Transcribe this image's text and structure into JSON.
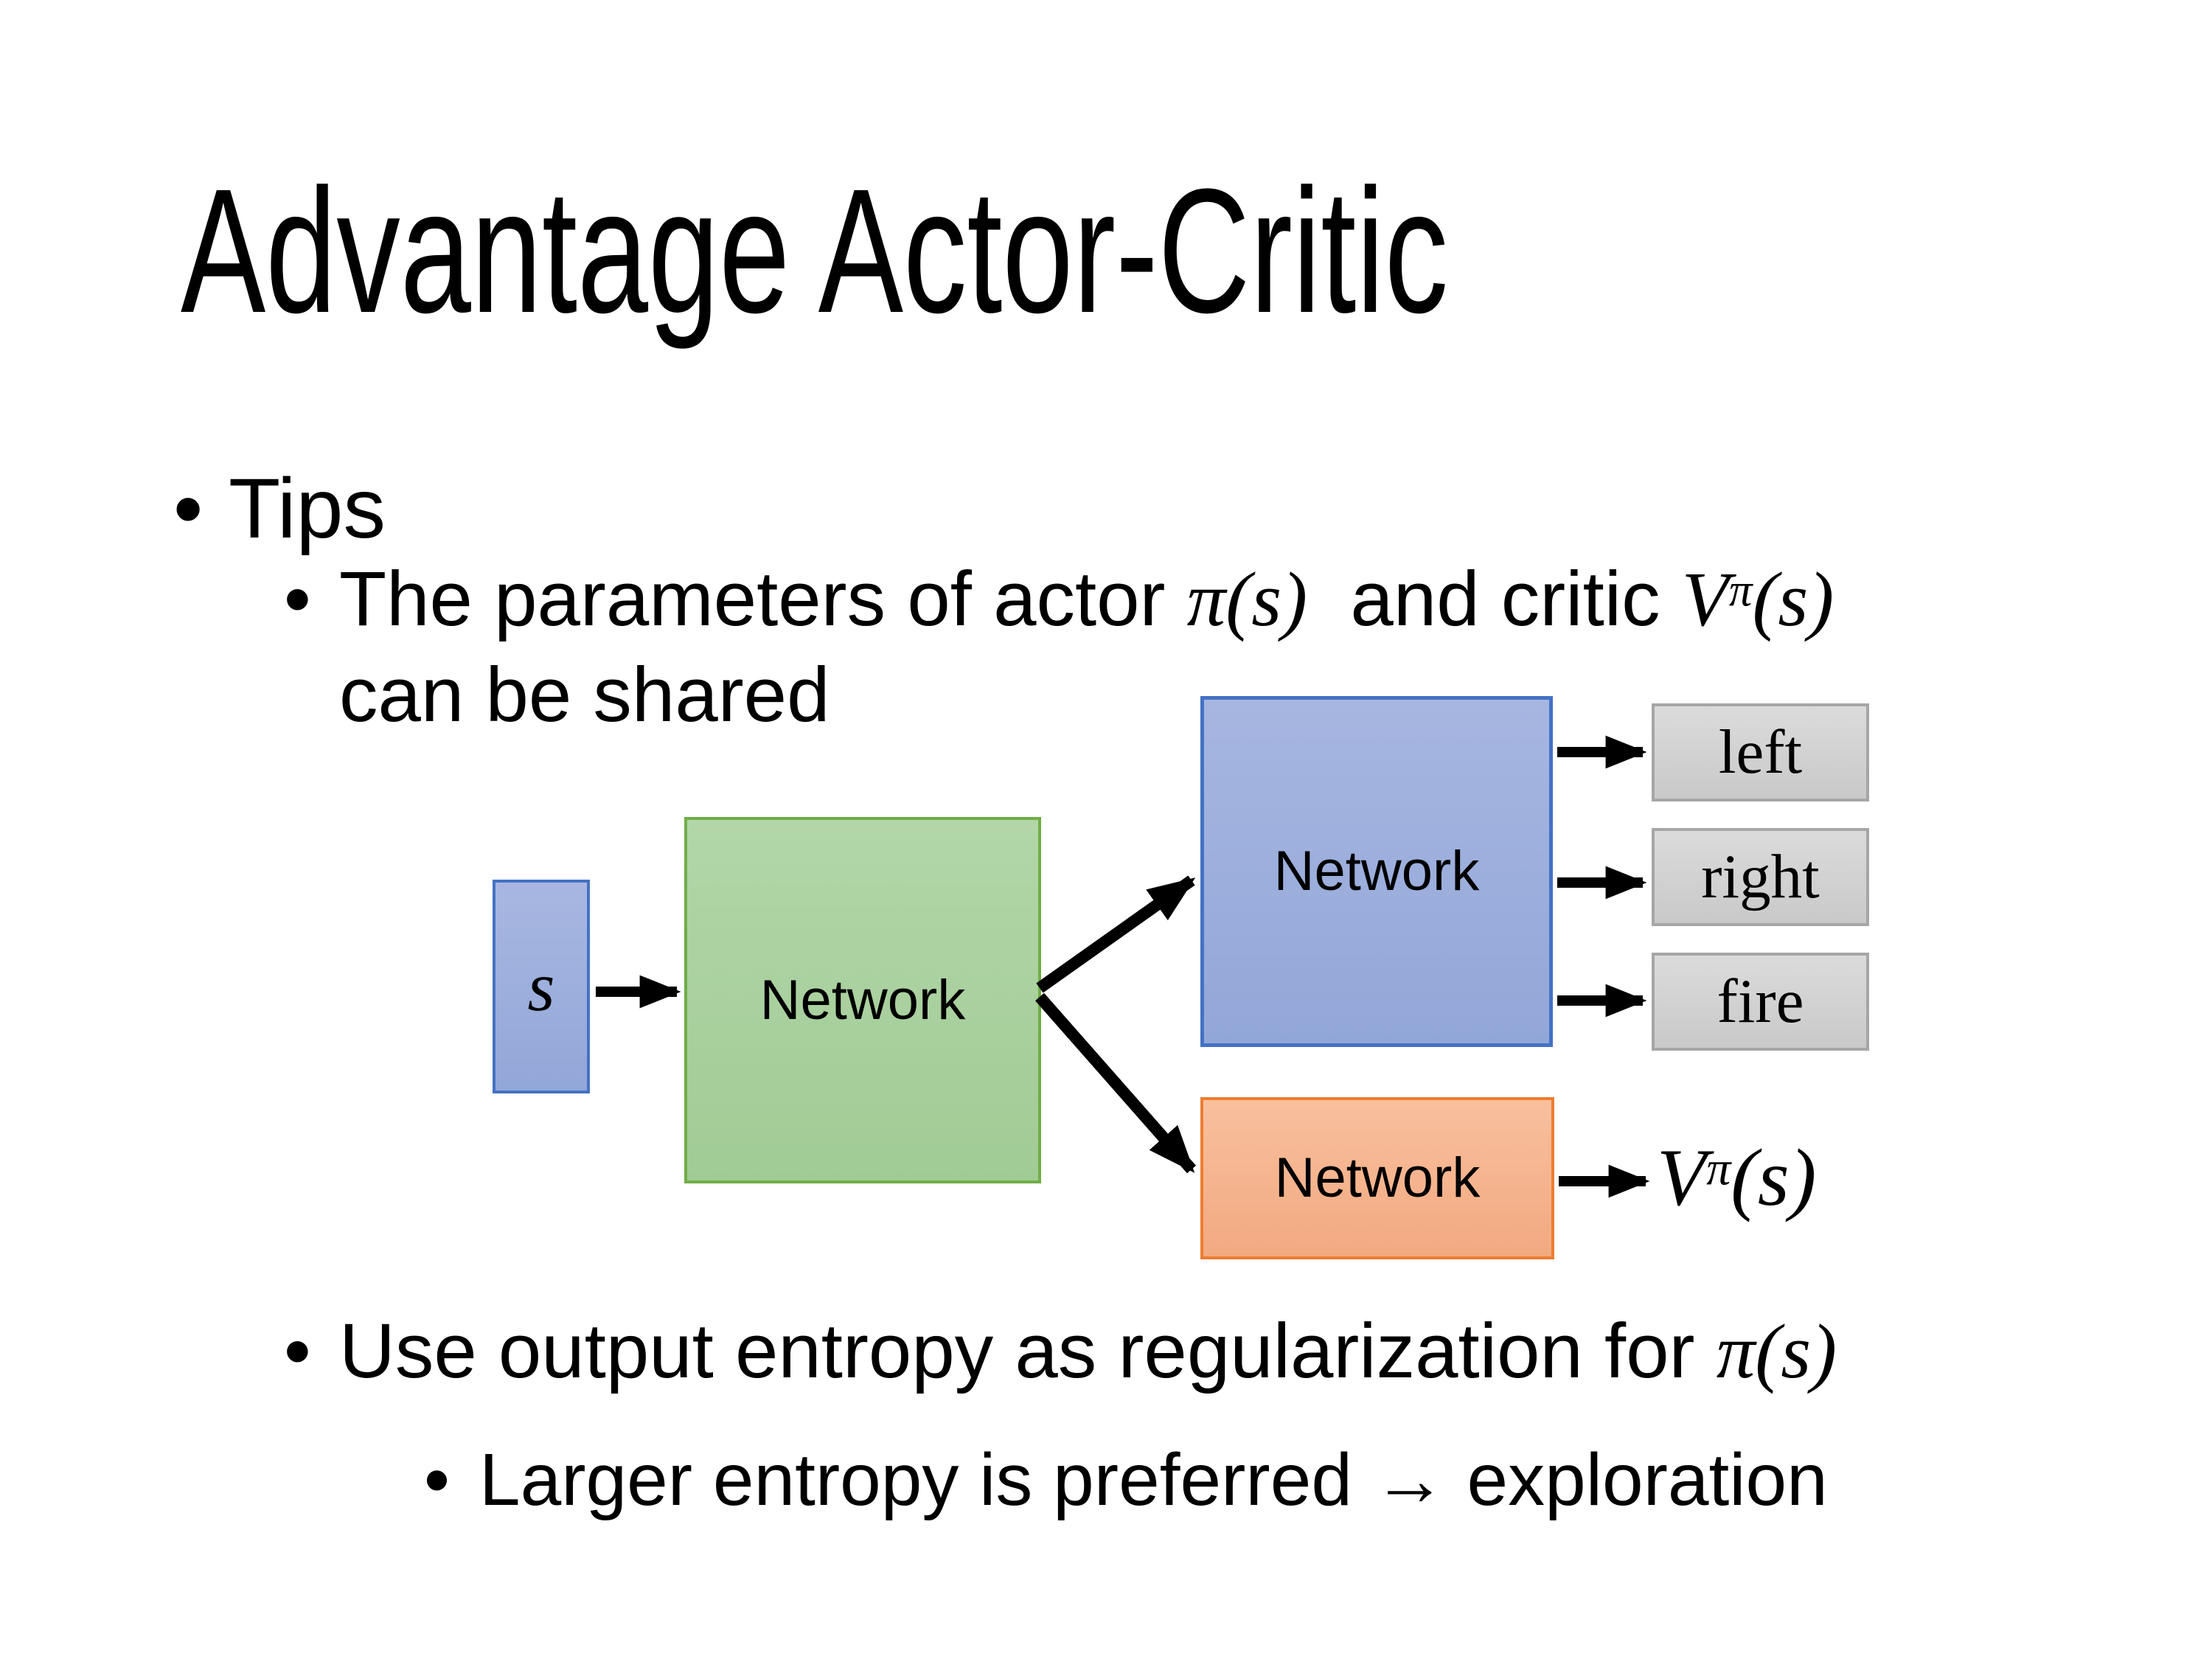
{
  "slide": {
    "title": "Advantage Actor-Critic",
    "bullet_glyph": "•",
    "tips_label": "Tips",
    "shared_point": {
      "text_before": "The parameters of actor ",
      "actor_math": "π(s)",
      "text_middle": "  and critic ",
      "critic_base": "V",
      "critic_sup": "π",
      "critic_rest": "(s)",
      "line2": "can be shared"
    },
    "entropy_point": {
      "text_before": "Use output entropy as regularization for ",
      "math": "π(s)"
    },
    "exploration_point": "Larger entropy is preferred → exploration",
    "diagram": {
      "input_label": "s",
      "shared_network_label": "Network",
      "actor_network_label": "Network",
      "critic_network_label": "Network",
      "action_labels": {
        "left": "left",
        "right": "right",
        "fire": "fire"
      },
      "critic_output": {
        "base": "V",
        "sup": "π",
        "rest": "(s)"
      },
      "colors": {
        "background": "#ffffff",
        "text": "#000000",
        "arrow": "#000000",
        "input_fill_top": "#a8b7e1",
        "input_fill_bottom": "#92a7d8",
        "input_border": "#4472c4",
        "shared_fill_top": "#b2d6a8",
        "shared_fill_bottom": "#a1cb95",
        "shared_border": "#70ad47",
        "actor_fill_top": "#a7b6e1",
        "actor_fill_bottom": "#92a7d8",
        "actor_border": "#4472c4",
        "critic_fill_top": "#f8c09e",
        "critic_fill_bottom": "#f2a980",
        "critic_border": "#ed7d31",
        "action_fill_top": "#dbdbdb",
        "action_fill_bottom": "#c9c9c9",
        "action_border": "#a6a6a6"
      }
    }
  }
}
